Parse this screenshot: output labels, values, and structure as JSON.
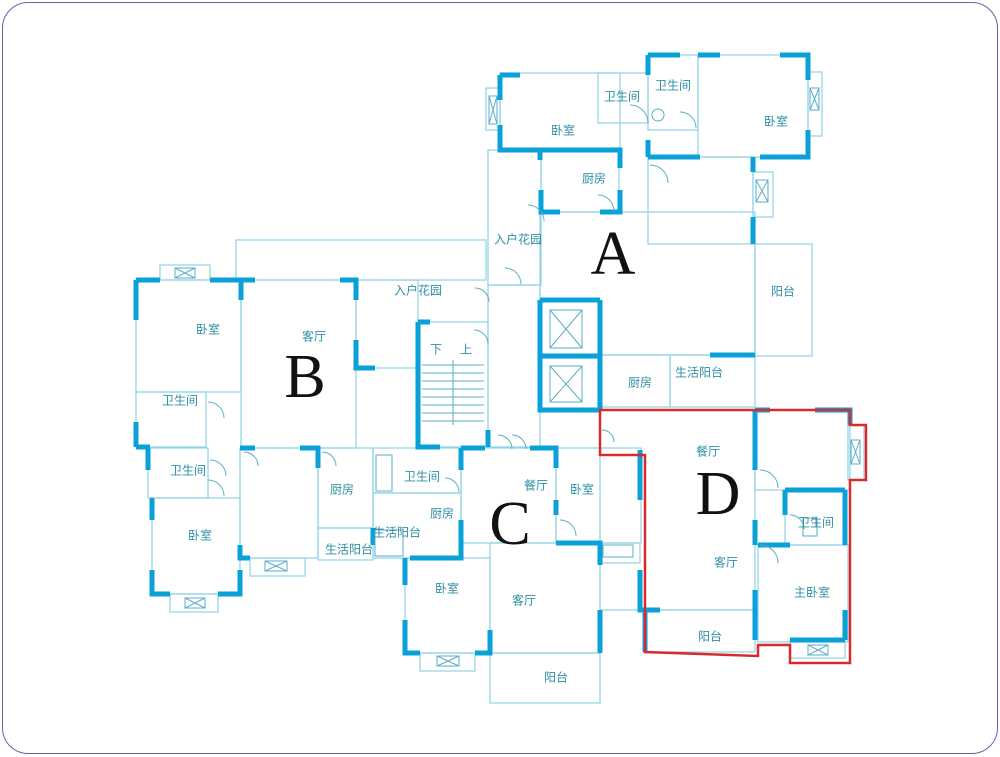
{
  "units": {
    "A": "A",
    "B": "B",
    "C": "C",
    "D": "D"
  },
  "rooms": {
    "a_bedroom_left": "卧室",
    "a_bath_1": "卫生间",
    "a_bath_2": "卫生间",
    "a_bedroom_right": "卧室",
    "a_kitchen": "厨房",
    "a_entry_garden": "入户花园",
    "a_balcony": "阳台",
    "a_kitchen_lower": "厨房",
    "a_utility_balcony": "生活阳台",
    "b_entry_garden": "入户花园",
    "b_bedroom_top": "卧室",
    "b_living": "客厅",
    "b_bath_1": "卫生间",
    "b_bath_2": "卫生间",
    "b_bedroom_bottom": "卧室",
    "b_kitchen": "厨房",
    "b_utility_balcony": "生活阳台",
    "stair_down": "下",
    "stair_up": "上",
    "c_bath": "卫生间",
    "c_dining": "餐厅",
    "c_bedroom_right": "卧室",
    "c_kitchen": "厨房",
    "c_utility_balcony": "生活阳台",
    "c_bedroom_bottom": "卧室",
    "c_living": "客厅",
    "c_balcony": "阳台",
    "d_dining": "餐厅",
    "d_living": "客厅",
    "d_bath": "卫生间",
    "d_master_bedroom": "主卧室",
    "d_balcony": "阳台"
  },
  "colors": {
    "frame": "#6b5fb0",
    "thin_wall": "#8fd3e6",
    "thick_wall": "#0aa0d8",
    "label": "#2e8fa6",
    "highlight": "#d92b2b"
  }
}
